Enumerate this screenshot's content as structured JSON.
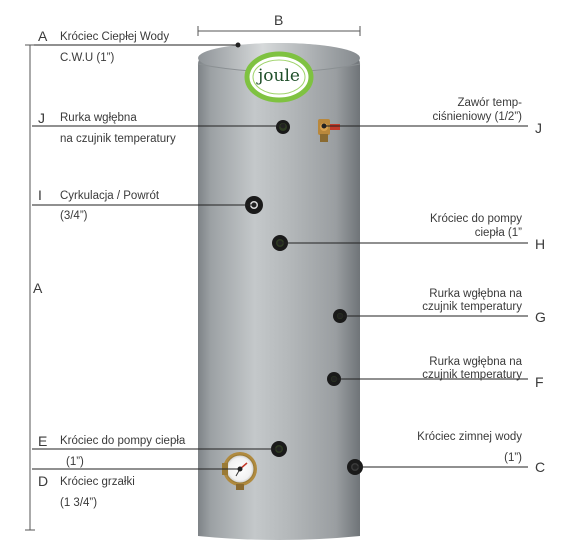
{
  "dimension_b": "B",
  "dimension_a": "A",
  "logo": {
    "text": "joule"
  },
  "colors": {
    "green": "#7fc241",
    "tank": "#a6abae",
    "line": "#222222"
  },
  "callouts": {
    "a": {
      "letter": "A",
      "line1": "Króciec Ciepłej Wody",
      "line2": "C.W.U (1”)"
    },
    "j_left": {
      "letter": "J",
      "line1": "Rurka wgłębna",
      "line2": "na czujnik temperatury"
    },
    "i": {
      "letter": "I",
      "line1": "Cyrkulacja / Powrót",
      "line2": "(3/4”)"
    },
    "e": {
      "letter": "E",
      "line1": "Króciec do pompy ciepła",
      "line2": "(1”)"
    },
    "d": {
      "letter": "D",
      "line1": "Króciec grzałki",
      "line2": "(1 3/4”)"
    },
    "j_right": {
      "letter": "J",
      "line1": "Zawór temp-",
      "line2": "ciśnieniowy (1/2”)"
    },
    "h": {
      "letter": "H",
      "line1": "Króciec do pompy",
      "line2": "ciepła (1”"
    },
    "g": {
      "letter": "G",
      "line1": "Rurka wgłębna na",
      "line2": "czujnik temperatury"
    },
    "f": {
      "letter": "F",
      "line1": "Rurka wgłębna na",
      "line2": "czujnik temperatury"
    },
    "c": {
      "letter": "C",
      "line1": "Króciec zimnej wody",
      "line2": "(1”)"
    }
  }
}
